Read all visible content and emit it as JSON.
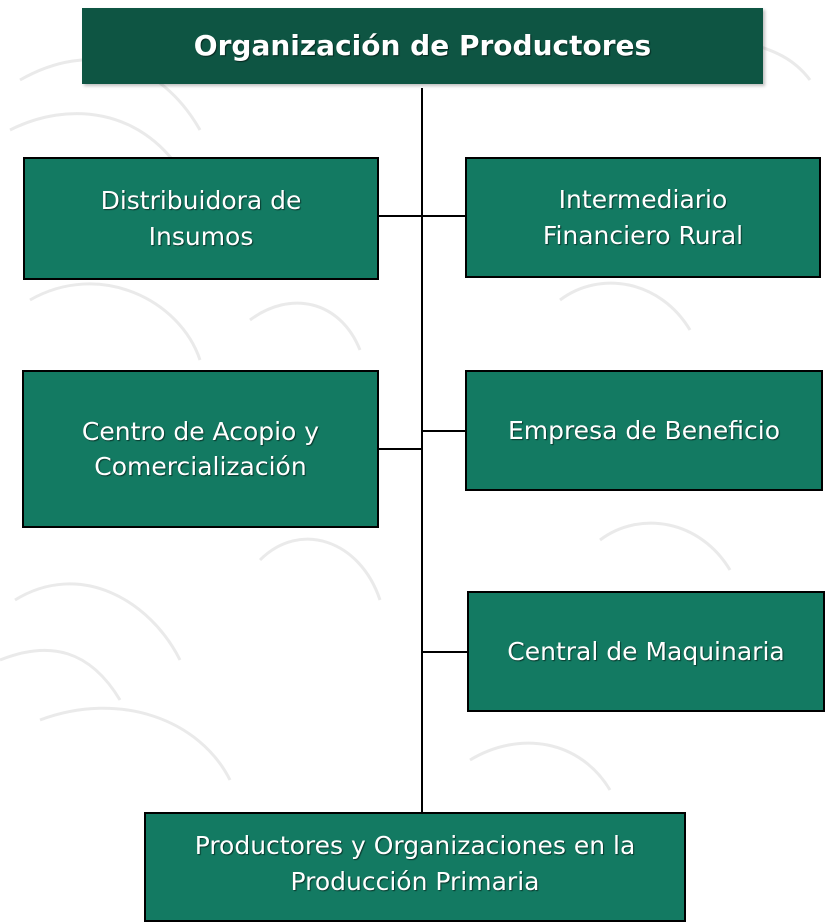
{
  "diagram": {
    "title": "Organización de Productores",
    "boxes": {
      "distribuidora": {
        "line1": "Distribuidora de",
        "line2": "Insumos"
      },
      "intermediario": {
        "line1": "Intermediario",
        "line2": "Financiero Rural"
      },
      "centro": {
        "line1": "Centro de Acopio y",
        "line2": "Comercialización"
      },
      "empresa": {
        "line1": "Empresa de Beneficio"
      },
      "central": {
        "line1": "Central de Maquinaria"
      },
      "productores": {
        "line1": "Productores y Organizaciones en la",
        "line2": "Producción Primaria"
      }
    },
    "colors": {
      "title_fill": "#0e5543",
      "box_fill": "#137a62",
      "text": "#ffffff",
      "connector": "#000000"
    }
  }
}
